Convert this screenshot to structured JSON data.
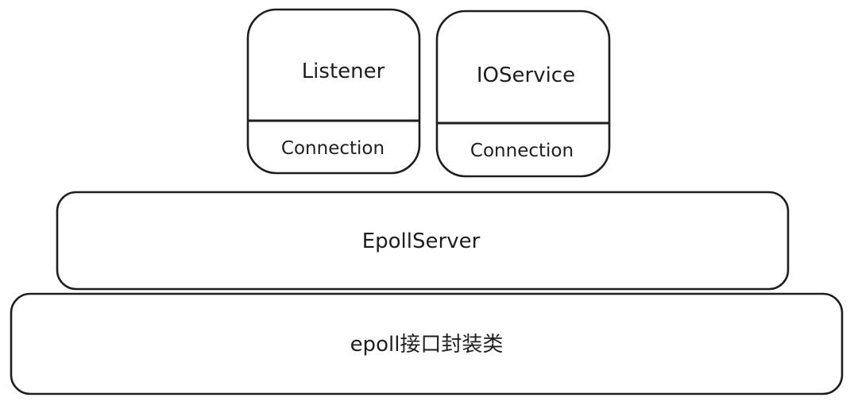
{
  "diagram": {
    "listener_module": {
      "title": "Listener",
      "component": "Connection"
    },
    "ioservice_module": {
      "title": "IOService",
      "component": "Connection"
    },
    "epoll_server": {
      "label": "EpollServer"
    },
    "epoll_wrapper": {
      "label": "epoll接口封装类"
    }
  }
}
